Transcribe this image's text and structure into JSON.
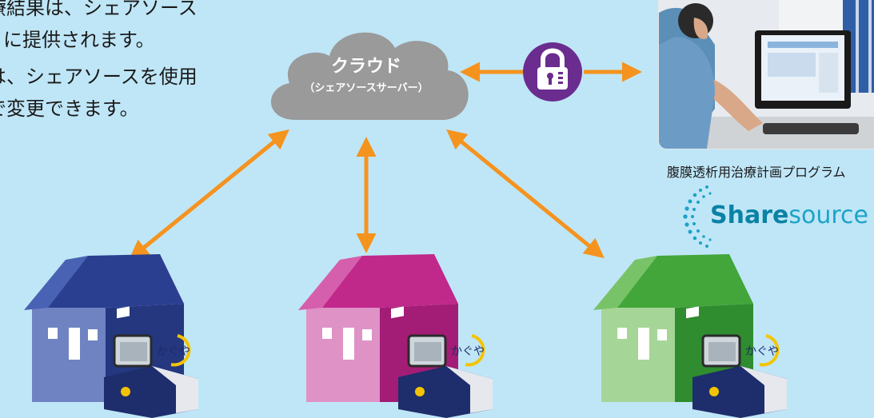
{
  "intro_text": {
    "line1": "治療結果は、シェアソース",
    "line2": "に提供されます。",
    "line3": "定は、シェアソースを使用",
    "line4": "隔で変更できます。"
  },
  "cloud": {
    "title": "クラウド",
    "subtitle": "（シェアソースサーバー）"
  },
  "clinic": {
    "caption": "腹膜透析用治療計画プログラム"
  },
  "logo": {
    "bold": "Share",
    "light": "source"
  },
  "devices": [
    {
      "label": "かぐや"
    },
    {
      "label": "かぐや"
    },
    {
      "label": "かぐや"
    }
  ],
  "colors": {
    "background": "#bfe6f7",
    "arrow": "#f5931f",
    "cloud": "#9a9a9a",
    "lock_badge": "#6a2c8f",
    "house_blue": "#2a3f8f",
    "house_pink": "#c0288a",
    "house_green": "#43a63a",
    "logo_teal": "#0a82a6"
  },
  "icons": [
    "cloud-icon",
    "lock-icon",
    "house-icon",
    "dialysis-machine-icon",
    "sharesource-logo"
  ]
}
